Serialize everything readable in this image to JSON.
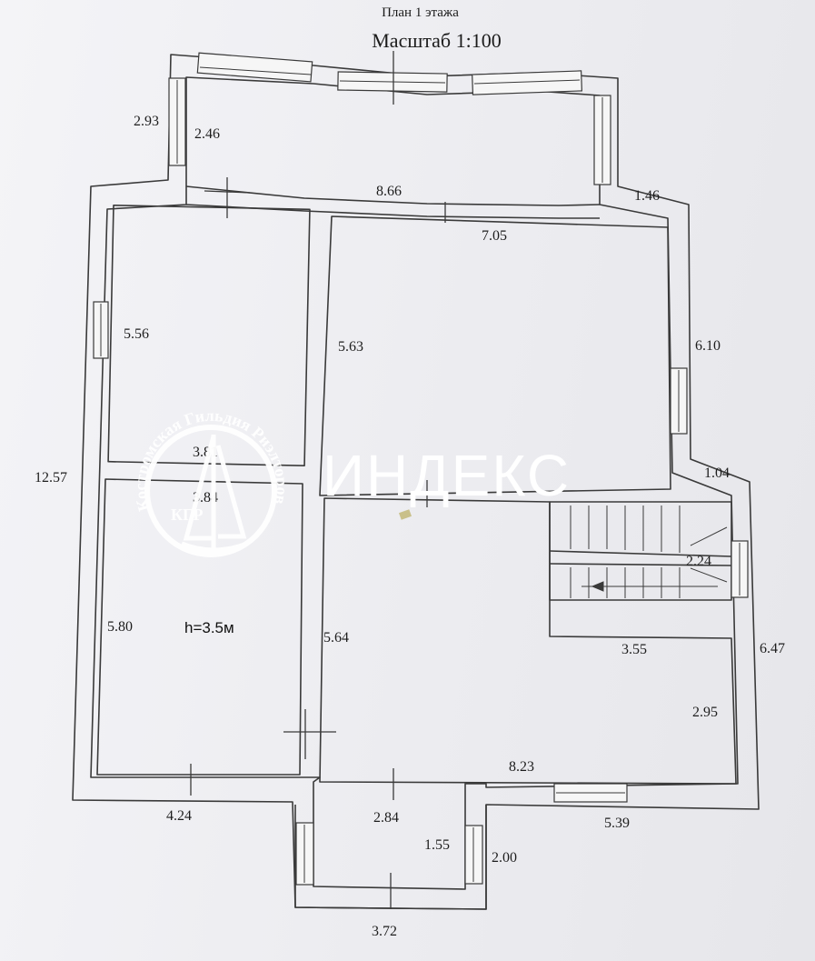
{
  "header": {
    "title": "План 1 этажа",
    "scale": "Масштаб 1:100"
  },
  "dimensions": {
    "terrace_side_outer": "2.93",
    "terrace_side_inner": "2.46",
    "terrace_width": "8.66",
    "terrace_right_step": "1.46",
    "room_top_right_width": "7.05",
    "room_top_left_depth": "5.56",
    "room_top_right_depth": "5.63",
    "right_wall_upper": "6.10",
    "overall_depth": "12.57",
    "room_top_left_width": "3.81",
    "room_bottom_left_width": "3.84",
    "right_step": "1.04",
    "stair_width": "2.24",
    "room_bottom_left_depth": "5.80",
    "room_bottom_mid_depth": "5.64",
    "stair_hall_width": "3.55",
    "right_wall_lower": "6.47",
    "bottom_right_depth": "2.95",
    "room_bottom_right_width": "8.23",
    "bottom_left_outer": "4.24",
    "porch_inner_width": "2.84",
    "porch_depth_inner": "1.55",
    "porch_depth_outer": "2.00",
    "bottom_right_outer": "5.39",
    "porch_outer_width": "3.72"
  },
  "ceiling_height": "h=3.5м",
  "watermark": {
    "brand": "ИНДЕКС",
    "seal_text": "Костромская Гильдия Риэлторов",
    "seal_initials": "КГР"
  },
  "colors": {
    "wall": "#3a3a3a",
    "paper": "#f1f1f4",
    "watermark": "#ffffff"
  }
}
